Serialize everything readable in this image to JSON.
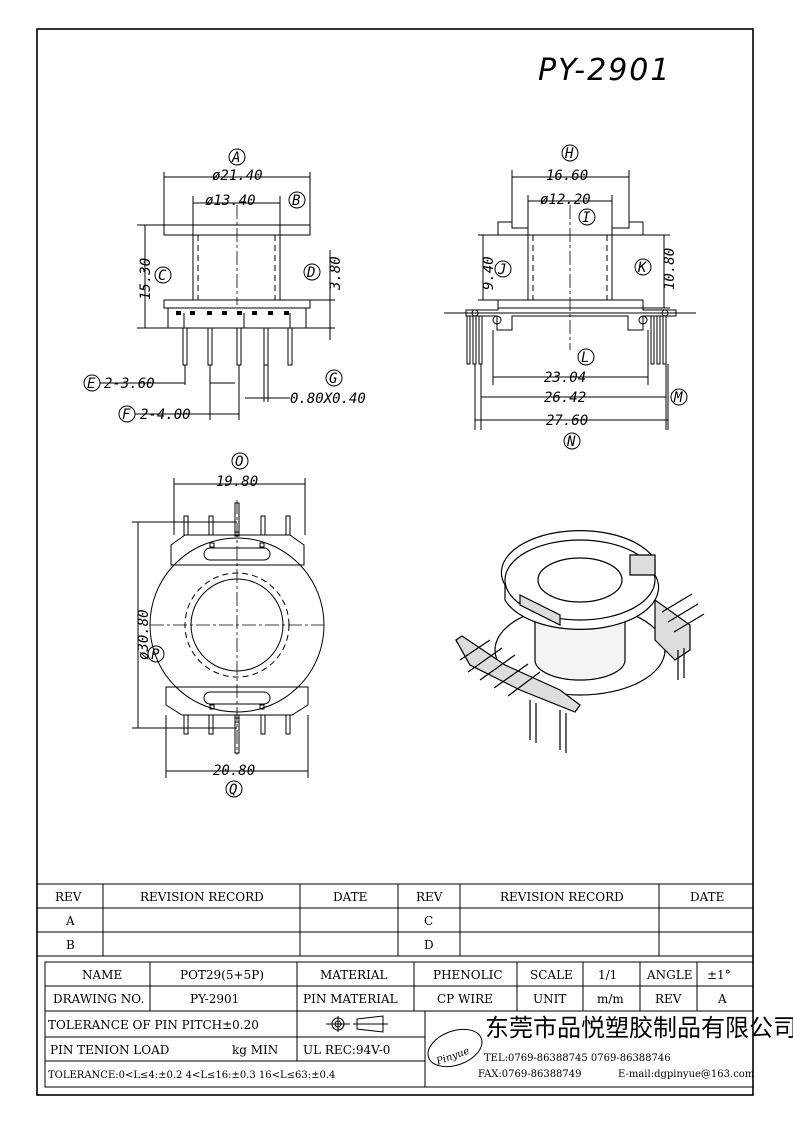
{
  "title": "PY-2901",
  "dims": {
    "A": {
      "label": "A",
      "value": "ø21.40"
    },
    "B": {
      "label": "B",
      "value": "ø13.40"
    },
    "C": {
      "label": "C",
      "value": "15.30"
    },
    "D": {
      "label": "D",
      "value": "3.80"
    },
    "E": {
      "label": "E",
      "value": "2-3.60"
    },
    "F": {
      "label": "F",
      "value": "2-4.00"
    },
    "G": {
      "label": "G",
      "value": "0.80X0.40"
    },
    "H": {
      "label": "H",
      "value": "16.60"
    },
    "I": {
      "label": "I",
      "value": "ø12.20"
    },
    "J": {
      "label": "J",
      "value": "9.40"
    },
    "K": {
      "label": "K",
      "value": "10.80"
    },
    "L": {
      "label": "L",
      "value": "23.04"
    },
    "M": {
      "label": "M",
      "value": "26.42"
    },
    "N": {
      "label": "N",
      "value": "27.60"
    },
    "O": {
      "label": "O",
      "value": "19.80"
    },
    "P": {
      "label": "P",
      "value": "ø30.80"
    },
    "Q": {
      "label": "Q",
      "value": "20.80"
    }
  },
  "revision": {
    "headers": [
      "REV",
      "REVISION RECORD",
      "DATE",
      "REV",
      "REVISION RECORD",
      "DATE"
    ],
    "rows": [
      [
        "A",
        "",
        "",
        "C",
        "",
        ""
      ],
      [
        "B",
        "",
        "",
        "D",
        "",
        ""
      ]
    ]
  },
  "info": {
    "name_label": "NAME",
    "name_value": "POT29(5+5P)",
    "material_label": "MATERIAL",
    "material_value": "PHENOLIC",
    "scale_label": "SCALE",
    "scale_value": "1/1",
    "angle_label": "ANGLE",
    "angle_value": "±1°",
    "drawing_no_label": "DRAWING NO.",
    "drawing_no_value": "PY-2901",
    "pin_material_label": "PIN MATERIAL",
    "pin_material_value": "CP WIRE",
    "unit_label": "UNIT",
    "unit_value": "m/m",
    "rev_label": "REV",
    "rev_value": "A",
    "tolerance_pitch": "TOLERANCE OF PIN PITCH±0.20",
    "pin_tension_label": "PIN TENION LOAD",
    "pin_tension_value": "kg MIN",
    "ul": "UL REC:94V-0",
    "tolerance_line": "TOLERANCE:0<L≤4:±0.2  4<L≤16:±0.3  16<L≤63:±0.4"
  },
  "company": {
    "logo": "Pinyue",
    "name": "东莞市品悦塑胶制品有限公司",
    "tel": "TEL:0769-86388745   0769-86388746",
    "fax": "FAX:0769-86388749",
    "email": "E-mail:dgpinyue@163.com"
  }
}
